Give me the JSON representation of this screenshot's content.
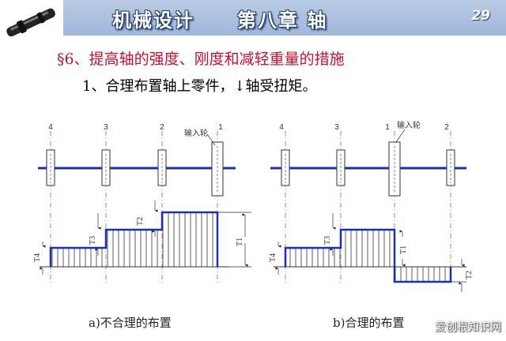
{
  "header": {
    "course_title": "机械设计",
    "chapter_title": "第八章   轴",
    "page_number": "29",
    "logo_icon": "shaft-icon"
  },
  "section_heading": "§6、提高轴的强度、刚度和减轻重量的措施",
  "subheading": "1、合理布置轴上零件，↓轴受扭矩。",
  "diagram_a": {
    "wheel_numbers": [
      "4",
      "3",
      "2",
      "1"
    ],
    "input_label": "输入轮",
    "torque_labels": [
      "T4",
      "T3",
      "T2",
      "T1"
    ],
    "caption": "a)不合理的布置"
  },
  "diagram_b": {
    "wheel_numbers": [
      "4",
      "3",
      "1",
      "2"
    ],
    "input_label": "输入轮",
    "torque_labels": [
      "T4",
      "T3",
      "T1",
      "T2"
    ],
    "caption": "b)合理的布置"
  },
  "watermark": "爱创根知识网",
  "colors": {
    "shaft": "#1a2fb8",
    "header": "#a9bfe0",
    "heading": "#c8102e",
    "centerline": "#d45050"
  }
}
